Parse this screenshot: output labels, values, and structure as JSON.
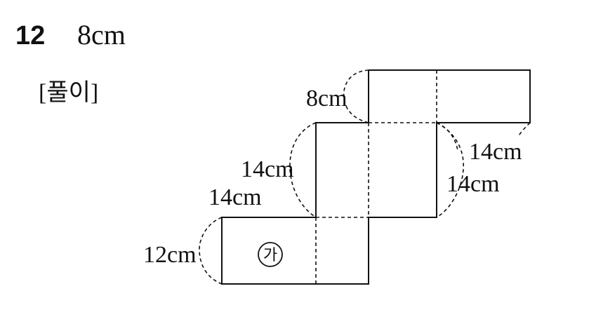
{
  "problem": {
    "number": "12",
    "answer": "8cm",
    "solution_label": "[풀이]"
  },
  "diagram": {
    "labels": {
      "top_edge": "8cm",
      "upper_left_edge": "14cm",
      "lower_left_edge": "14cm",
      "right_fold_upper": "14cm",
      "right_fold_lower": "14cm",
      "bottom_left_edge": "12cm",
      "face_marker": "가"
    }
  }
}
